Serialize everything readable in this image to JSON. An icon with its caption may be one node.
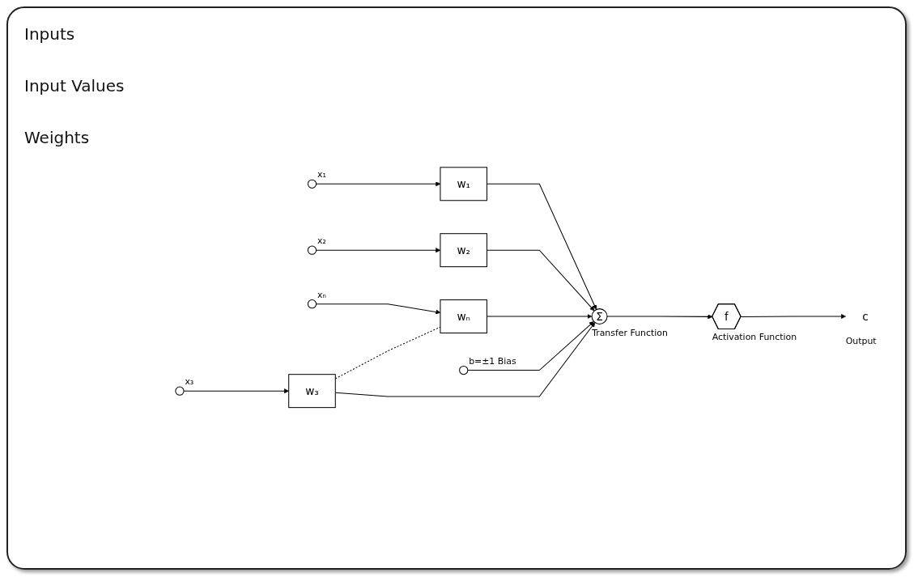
{
  "diagram": {
    "nodes": [
      {
        "text": [],
        "shape": "circle",
        "beside": [
          "x₁"
        ]
      },
      {
        "text": [],
        "shape": "circle",
        "beside": [
          "x₂"
        ]
      },
      {
        "text": [],
        "shape": "circle",
        "beside": [
          "x₃"
        ]
      },
      {
        "text": [],
        "shape": "circle",
        "beside": [
          "xₙ"
        ]
      },
      {
        "text": [
          "w₁"
        ]
      },
      {
        "text": [
          "w₂"
        ]
      },
      {
        "text": [
          "w₃"
        ]
      },
      {
        "text": [
          "wₙ"
        ]
      },
      {
        "text": [],
        "shape": "circle",
        "beside": [
          "b=±1 Bias"
        ]
      },
      {
        "text": [
          "Σ"
        ],
        "beside": [
          "Transfer Function"
        ]
      },
      {
        "text": [
          "f"
        ],
        "beside": [
          "Activation Function"
        ]
      },
      {
        "text": [
          "c"
        ],
        "beside": [
          "Output"
        ]
      }
    ],
    "edges": [
      {
        "from": 0,
        "to": 4,
        "arrow": "to"
      },
      {
        "from": 1,
        "to": 5,
        "arrow": "to"
      },
      {
        "from": 2,
        "to": 6,
        "arrow": "to"
      },
      {
        "from": 3,
        "to": 7,
        "arrow": "to"
      },
      {
        "from": 6,
        "to": 7,
        "arrow": "none",
        "style": "dashed"
      },
      {
        "from": 4,
        "to": 9,
        "arrow": "to"
      },
      {
        "from": 5,
        "to": 9,
        "arrow": "to"
      },
      {
        "from": 6,
        "to": 9,
        "arrow": "to"
      },
      {
        "from": 7,
        "to": 9,
        "arrow": "to"
      },
      {
        "from": 8,
        "to": 9,
        "arrow": "to"
      },
      {
        "from": 9,
        "to": 10,
        "arrow": "to"
      },
      {
        "from": 10,
        "to": 11,
        "arrow": "to"
      }
    ],
    "labels": [
      "Inputs",
      "Input Values",
      "Weights"
    ]
  }
}
